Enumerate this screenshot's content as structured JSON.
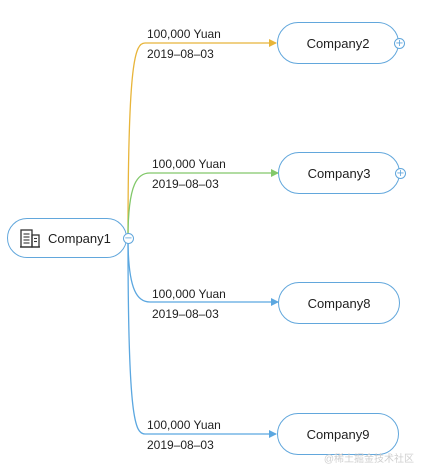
{
  "root": {
    "label": "Company1",
    "icon": "building-icon",
    "collapse_symbol": "−"
  },
  "children": [
    {
      "label": "Company2",
      "amount": "100,000 Yuan",
      "date": "2019–08–03",
      "edge_color": "#e8b53a",
      "expand_symbol": "+"
    },
    {
      "label": "Company3",
      "amount": "100,000 Yuan",
      "date": "2019–08–03",
      "edge_color": "#82c86a",
      "expand_symbol": "+"
    },
    {
      "label": "Company8",
      "amount": "100,000 Yuan",
      "date": "2019–08–03",
      "edge_color": "#5ba7e0"
    },
    {
      "label": "Company9",
      "amount": "100,000 Yuan",
      "date": "2019–08–03",
      "edge_color": "#5ba7e0"
    }
  ],
  "node_border_color": "#62a7dc",
  "watermark": "@稀土掘金技术社区"
}
